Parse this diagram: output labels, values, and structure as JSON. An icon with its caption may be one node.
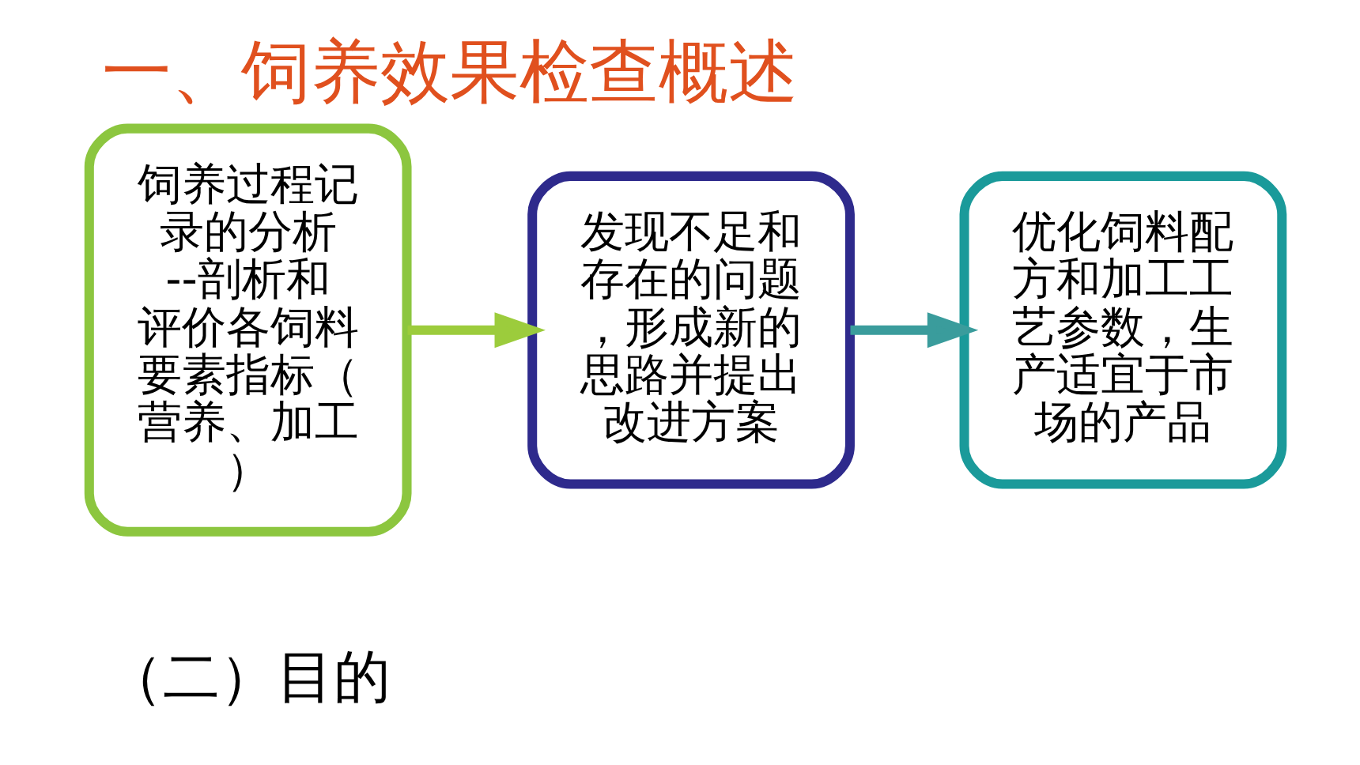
{
  "diagram": {
    "title": "一、饲养效果检查概述",
    "nodes": [
      {
        "text": [
          "饲养过程记录的分析 --剖析和评价各饲料要素指标（营养、加工）"
        ]
      },
      {
        "text": [
          "发现不足和存在的问题，形成新的思路并提出改进方案"
        ]
      },
      {
        "text": [
          "优化饲料配方和加工工艺参数，生产适宜于市场的产品"
        ]
      }
    ],
    "edges": [
      {
        "from": 0,
        "to": 1,
        "arrow": "to",
        "color": "#9ccc3c"
      },
      {
        "from": 1,
        "to": 2,
        "arrow": "to",
        "color": "#3a9c9c"
      }
    ],
    "labels": [
      "（二）目的"
    ]
  }
}
